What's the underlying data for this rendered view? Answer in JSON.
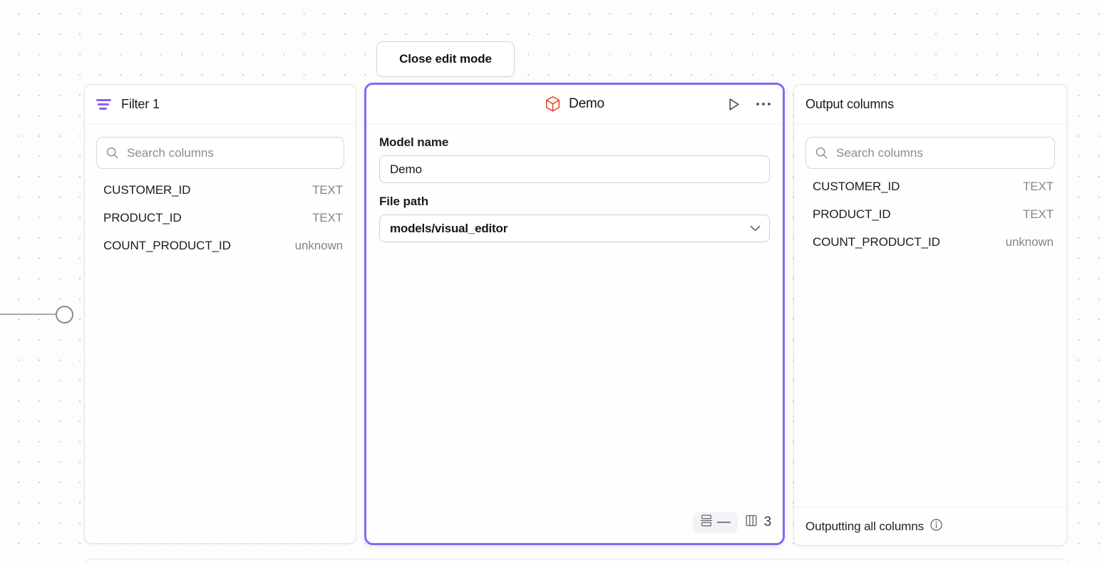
{
  "toolbar": {
    "close_edit_mode_label": "Close edit mode"
  },
  "left_panel": {
    "title": "Filter 1",
    "icon": "filter-icon",
    "search": {
      "placeholder": "Search columns",
      "value": "",
      "icon": "search-icon"
    },
    "columns": [
      {
        "name": "CUSTOMER_ID",
        "type": "TEXT"
      },
      {
        "name": "PRODUCT_ID",
        "type": "TEXT"
      },
      {
        "name": "COUNT_PRODUCT_ID",
        "type": "unknown"
      }
    ]
  },
  "center_panel": {
    "title": "Demo",
    "icon": "cube-icon",
    "accent_color": "#7c6cf5",
    "cube_color": "#e8452c",
    "actions": [
      {
        "name": "run-button",
        "icon": "play-icon"
      },
      {
        "name": "more-options-button",
        "icon": "ellipsis-icon"
      }
    ],
    "fields": [
      {
        "label": "Model name",
        "value": "Demo",
        "type": "text"
      },
      {
        "label": "File path",
        "value": "models/visual_editor",
        "type": "select"
      }
    ],
    "footer": {
      "rows_icon": "rows-icon",
      "rows_value": "—",
      "columns_icon": "columns-icon",
      "columns_count": "3"
    }
  },
  "right_panel": {
    "title": "Output columns",
    "search": {
      "placeholder": "Search columns",
      "value": "",
      "icon": "search-icon"
    },
    "columns": [
      {
        "name": "CUSTOMER_ID",
        "type": "TEXT"
      },
      {
        "name": "PRODUCT_ID",
        "type": "TEXT"
      },
      {
        "name": "COUNT_PRODUCT_ID",
        "type": "unknown"
      }
    ],
    "footer": {
      "text": "Outputting all columns",
      "icon": "info-icon"
    }
  }
}
